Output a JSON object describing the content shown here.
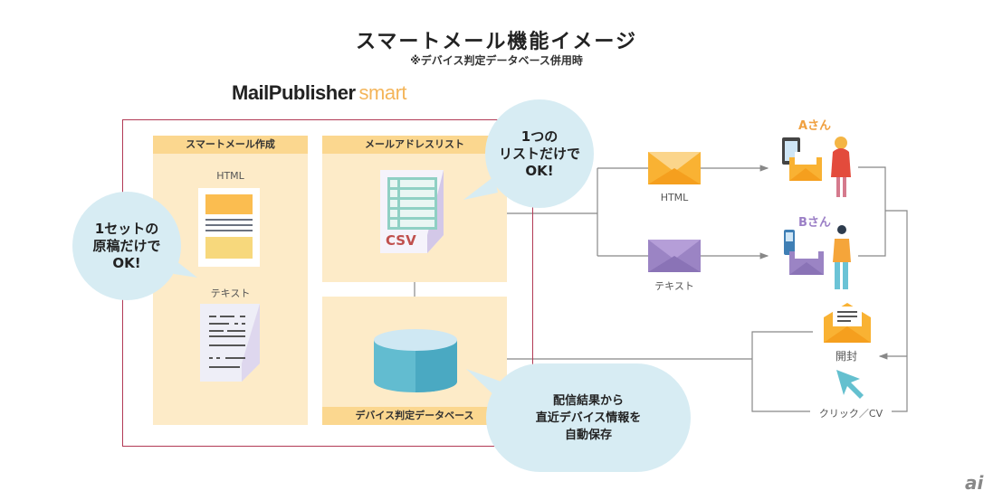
{
  "title": "スマートメール機能イメージ",
  "subtitle": "※デバイス判定データベース併用時",
  "brand": {
    "name": "MailPublisher",
    "suffix": "smart"
  },
  "panels": {
    "compose": {
      "heading": "スマートメール作成",
      "html_label": "HTML",
      "text_label": "テキスト"
    },
    "address_list": {
      "heading": "メールアドレスリスト",
      "file_label": "CSV"
    },
    "device_db": {
      "heading": "デバイス判定データベース"
    }
  },
  "bubbles": {
    "one_set": [
      "1セットの",
      "原稿だけで",
      "OK!"
    ],
    "one_list": [
      "1つの",
      "リストだけで",
      "OK!"
    ],
    "auto_save": [
      "配信結果から",
      "直近デバイス情報を",
      "自動保存"
    ]
  },
  "delivery": {
    "html_mail_label": "HTML",
    "text_mail_label": "テキスト"
  },
  "recipients": [
    {
      "name": "Aさん",
      "color": "#f0a040"
    },
    {
      "name": "Bさん",
      "color": "#9b7fc6"
    }
  ],
  "feedback": {
    "open_label": "開封",
    "click_label": "クリック／CV"
  },
  "colors": {
    "frame": "#b23a55",
    "panel": "#fdebc8",
    "panel_head": "#fbd78f",
    "bubble": "#d7ecf3",
    "csv": "#c0504d",
    "html_mail": "#f9b233",
    "text_mail": "#9b84c4",
    "db": "#4fb0c6"
  },
  "watermark": "ai"
}
